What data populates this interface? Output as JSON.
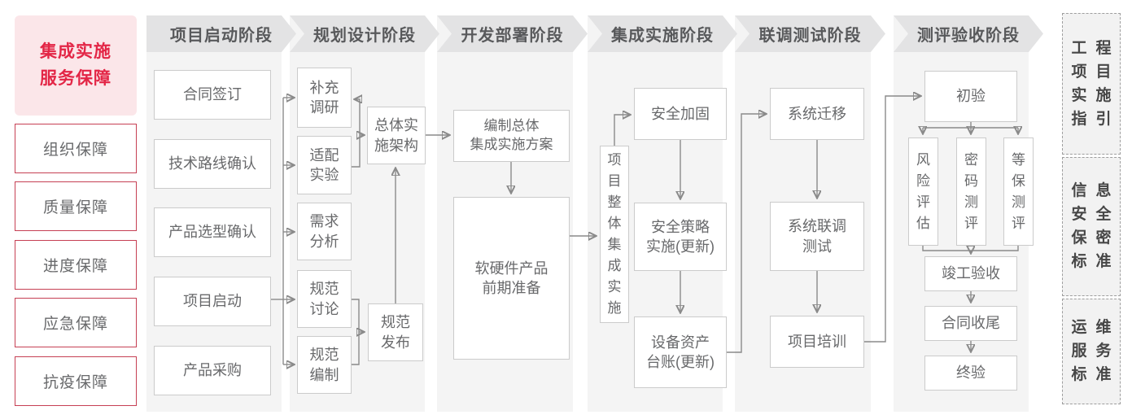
{
  "colors": {
    "accent_red": "#e32646",
    "red_border": "#c64054",
    "pink_bg": "#fbe6e9",
    "header_bg": "#e3e3e4",
    "column_bg": "#f4f4f4",
    "box_border": "#cbcbcb",
    "box_text": "#68696b",
    "line_gray": "#8a8a8a"
  },
  "badge": {
    "title": "集成实施\n服务保障"
  },
  "guarantees": [
    "组织保障",
    "质量保障",
    "进度保障",
    "应急保障",
    "抗疫保障"
  ],
  "phases": [
    "项目启动阶段",
    "规划设计阶段",
    "开发部署阶段",
    "集成实施阶段",
    "联调测试阶段",
    "测评验收阶段"
  ],
  "flow": {
    "p1": {
      "contract_signing": "合同签订",
      "tech_route_confirm": "技术路线确认",
      "product_selection_confirm": "产品选型确认",
      "project_kickoff": "项目启动",
      "product_procurement": "产品采购"
    },
    "p2": {
      "supplementary_research": "补充\n调研",
      "adaptation_test": "适配\n实验",
      "requirement_analysis": "需求\n分析",
      "spec_discussion": "规范\n讨论",
      "spec_drafting": "规范\n编制",
      "overall_architecture": "总体实\n施架构",
      "spec_release": "规范\n发布"
    },
    "p3": {
      "overall_plan": "编制总体\n集成实施方案",
      "hw_sw_preparation": "软硬件产品\n前期准备"
    },
    "p4": {
      "overall_integration": "项目整体集成实施",
      "security_hardening": "安全加固",
      "security_policy": "安全策略\n实施(更新)",
      "asset_ledger": "设备资产\n台账(更新)"
    },
    "p5": {
      "system_migration": "系统迁移",
      "joint_testing": "系统联调\n测试",
      "project_training": "项目培训"
    },
    "p6": {
      "preliminary_acceptance": "初验",
      "risk_assessment": "风险评估",
      "crypto_testing": "密码测评",
      "mlps_testing": "等保测评",
      "completion_acceptance": "竣工验收",
      "contract_closure": "合同收尾",
      "final_acceptance": "终验"
    }
  },
  "standards": [
    {
      "lines": [
        "工程",
        "项目",
        "实施",
        "指引"
      ]
    },
    {
      "lines": [
        "信息",
        "安全",
        "保密",
        "标准"
      ]
    },
    {
      "lines": [
        "运维",
        "服务",
        "标准"
      ]
    }
  ]
}
